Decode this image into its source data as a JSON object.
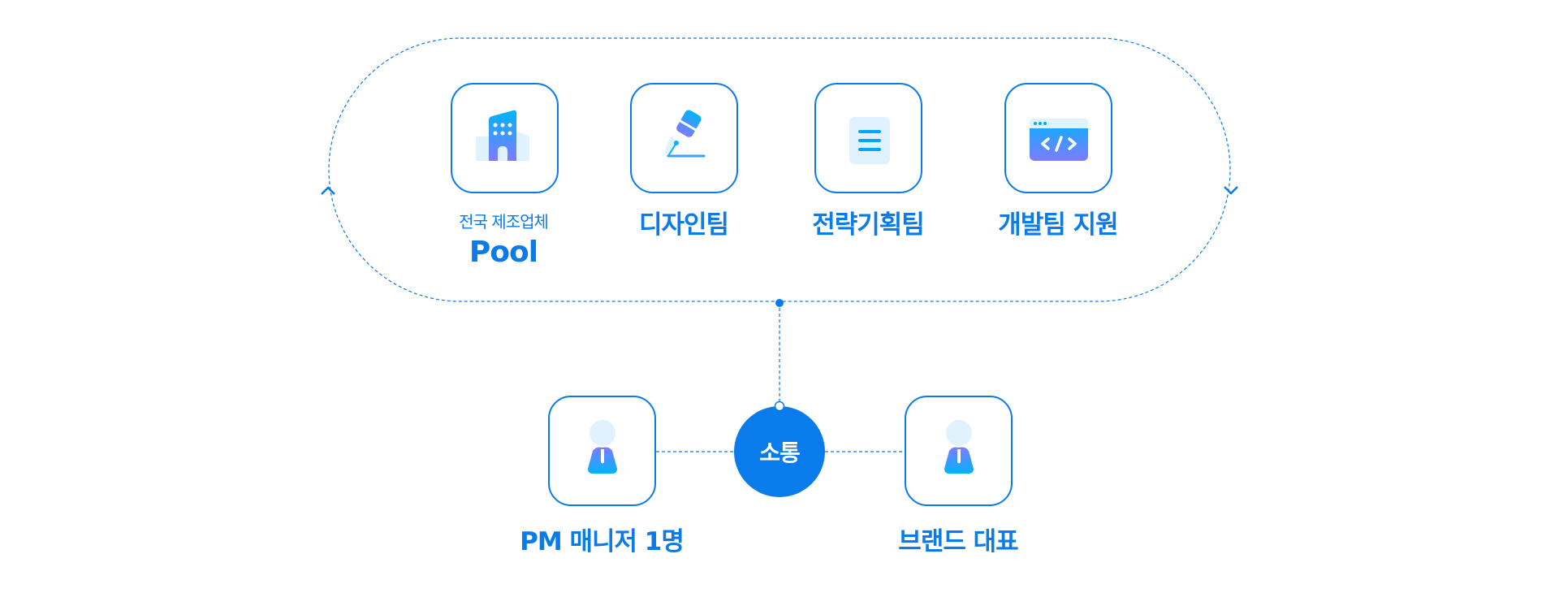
{
  "top_group": {
    "items": [
      {
        "icon": "building-icon",
        "subtitle": "전국 제조업체",
        "label": "Pool"
      },
      {
        "icon": "pen-icon",
        "label": "디자인팀"
      },
      {
        "icon": "notepad-icon",
        "label": "전략기획팀"
      },
      {
        "icon": "code-window-icon",
        "label": "개발팀 지원"
      }
    ]
  },
  "hub": {
    "label": "소통"
  },
  "people": [
    {
      "icon": "person-icon",
      "label": "PM 매니저 1명"
    },
    {
      "icon": "person-icon",
      "label": "브랜드 대표"
    }
  ],
  "colors": {
    "accent": "#0b7be8",
    "light": "#dff2fd",
    "gradient_start": "#00b4ff",
    "gradient_end": "#7f7bff"
  }
}
